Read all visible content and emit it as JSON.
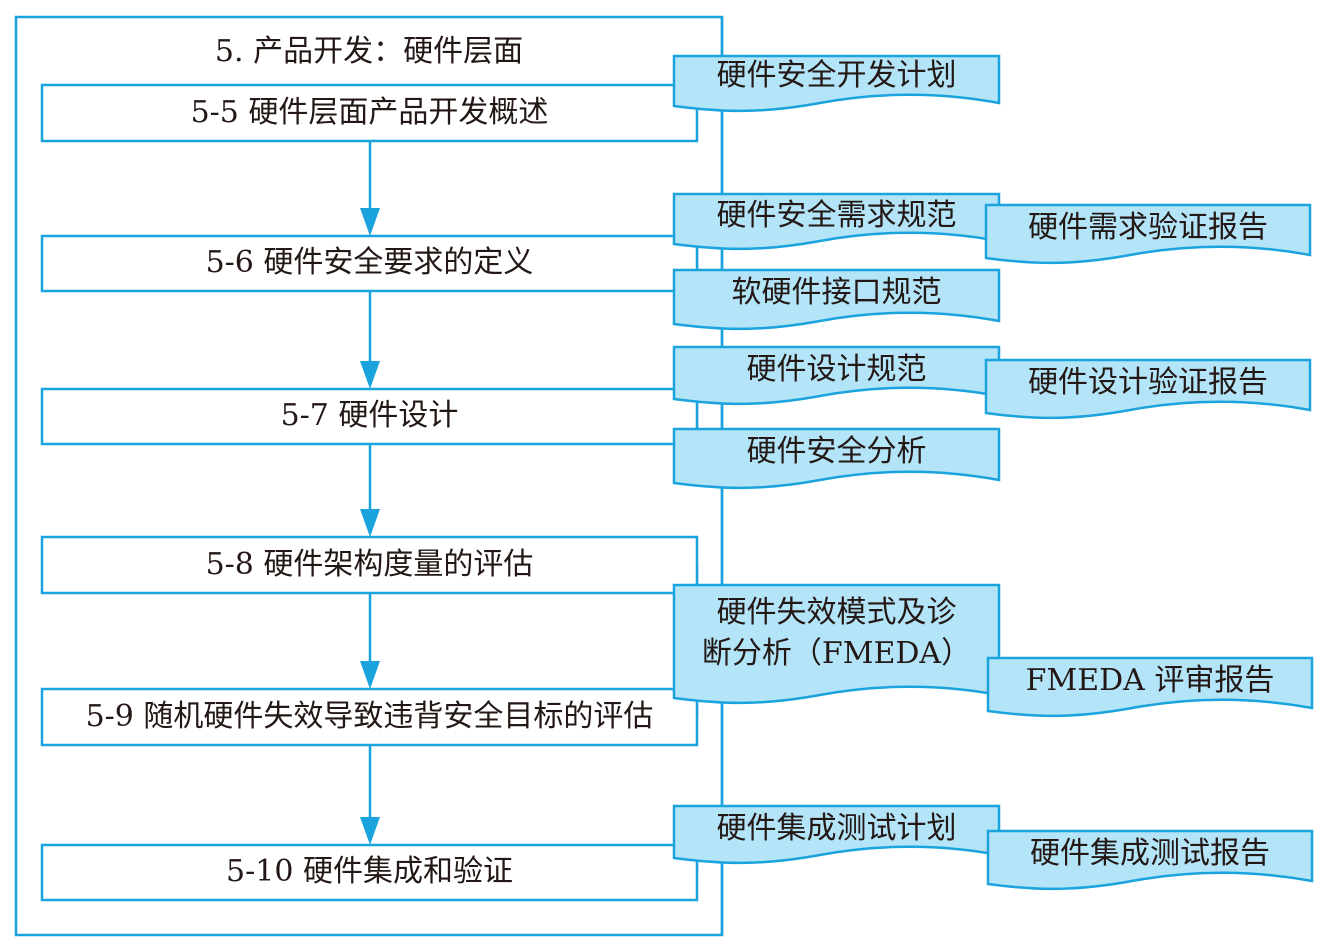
{
  "colors": {
    "line": "#1aa3dd",
    "doc_fill": "#b3e4f7",
    "text": "#231815"
  },
  "section": {
    "title": "5. 产品开发：硬件层面"
  },
  "steps": [
    {
      "id": "5-5",
      "label": "5-5 硬件层面产品开发概述"
    },
    {
      "id": "5-6",
      "label": "5-6 硬件安全要求的定义"
    },
    {
      "id": "5-7",
      "label": "5-7 硬件设计"
    },
    {
      "id": "5-8",
      "label": "5-8 硬件架构度量的评估"
    },
    {
      "id": "5-9",
      "label": "5-9 随机硬件失效导致违背安全目标的评估"
    },
    {
      "id": "5-10",
      "label": "5-10 硬件集成和验证"
    }
  ],
  "work_products": [
    {
      "label": "硬件安全开发计划",
      "from": "5-5"
    },
    {
      "label": "硬件安全需求规范",
      "from": "5-6"
    },
    {
      "label": "硬件需求验证报告",
      "from": "5-6"
    },
    {
      "label": "软硬件接口规范",
      "from": "5-6"
    },
    {
      "label": "硬件设计规范",
      "from": "5-7"
    },
    {
      "label": "硬件设计验证报告",
      "from": "5-7"
    },
    {
      "label": "硬件安全分析",
      "from": "5-7"
    },
    {
      "label_line1": "硬件失效模式及诊",
      "label_line2": "断分析（FMEDA）",
      "from": "5-8/5-9"
    },
    {
      "label": "FMEDA 评审报告",
      "from": "5-8/5-9"
    },
    {
      "label": "硬件集成测试计划",
      "from": "5-10"
    },
    {
      "label": "硬件集成测试报告",
      "from": "5-10"
    }
  ]
}
